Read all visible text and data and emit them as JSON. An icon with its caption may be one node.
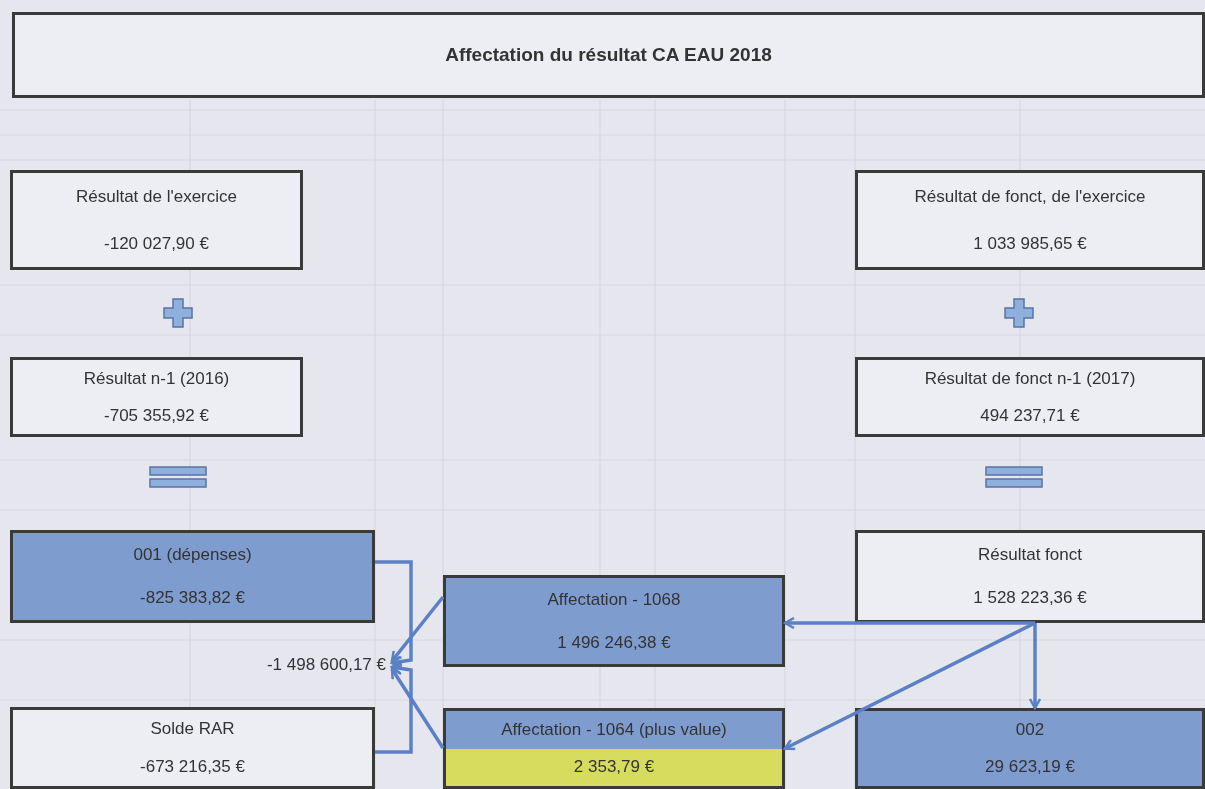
{
  "diagram": {
    "title": "Affectation du résultat CA EAU 2018",
    "nodes": [
      {
        "text": [
          "Résultat de l'exercice",
          "-120 027,90 €"
        ]
      },
      {
        "text": [
          "Résultat de fonct, de l'exercice",
          "1 033 985,65 €"
        ]
      },
      {
        "text": [
          "Résultat n-1 (2016)",
          "-705 355,92 €"
        ]
      },
      {
        "text": [
          "Résultat de fonct n-1 (2017)",
          "494 237,71 €"
        ]
      },
      {
        "text": [
          "001 (dépenses)",
          "-825 383,82 €"
        ]
      },
      {
        "text": [
          "-1 498 600,17 €"
        ]
      },
      {
        "text": [
          "Solde RAR",
          "-673 216,35 €"
        ]
      },
      {
        "text": [
          "Affectation - 1068",
          "1 496 246,38 €"
        ]
      },
      {
        "text": [
          "Résultat fonct",
          "1 528 223,36 €"
        ]
      },
      {
        "text": [
          "Affectation - 1064 (plus value)",
          "2 353,79 €"
        ]
      },
      {
        "text": [
          "002",
          "29 623,19 €"
        ]
      }
    ],
    "edges": [
      {
        "from": 4,
        "to": 5,
        "arrow": "to"
      },
      {
        "from": 6,
        "to": 5,
        "arrow": "to"
      },
      {
        "from": 7,
        "to": 5,
        "arrow": "to"
      },
      {
        "from": 9,
        "to": 5,
        "arrow": "to"
      },
      {
        "from": 8,
        "to": 7,
        "arrow": "to"
      },
      {
        "from": 8,
        "to": 9,
        "arrow": "to"
      },
      {
        "from": 8,
        "to": 10,
        "arrow": "to"
      }
    ]
  }
}
